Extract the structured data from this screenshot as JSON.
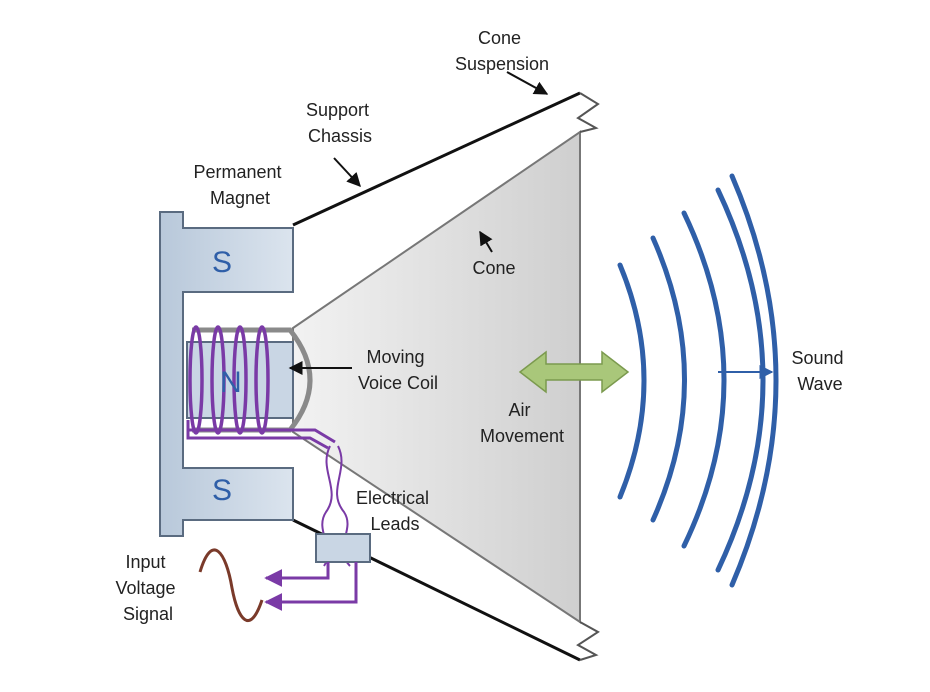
{
  "labels": {
    "cone_suspension": [
      "Cone",
      "Suspension"
    ],
    "support_chassis": [
      "Support",
      "Chassis"
    ],
    "permanent_magnet": [
      "Permanent",
      "Magnet"
    ],
    "cone": "Cone",
    "moving_voice_coil": [
      "Moving",
      "Voice Coil"
    ],
    "air_movement": [
      "Air",
      "Movement"
    ],
    "sound_wave": [
      "Sound",
      "Wave"
    ],
    "electrical_leads": [
      "Electrical",
      "Leads"
    ],
    "input_voltage_signal": [
      "Input",
      "Voltage",
      "Signal"
    ]
  },
  "poles": {
    "top": "S",
    "center": "N",
    "bottom": "S"
  },
  "colors": {
    "magnet_fill": "#c9d6e4",
    "magnet_stroke": "#5a6b80",
    "cone_fill": "#d8d8d8",
    "coil": "#7a3aa6",
    "sound_wave": "#2f5fa8",
    "air_arrow": "#a9c77a",
    "signal": "#7a3a2a"
  },
  "icons": {
    "air_movement": "double-arrow-icon",
    "sound_direction": "arrow-right-icon",
    "signal": "sine-wave-icon"
  }
}
